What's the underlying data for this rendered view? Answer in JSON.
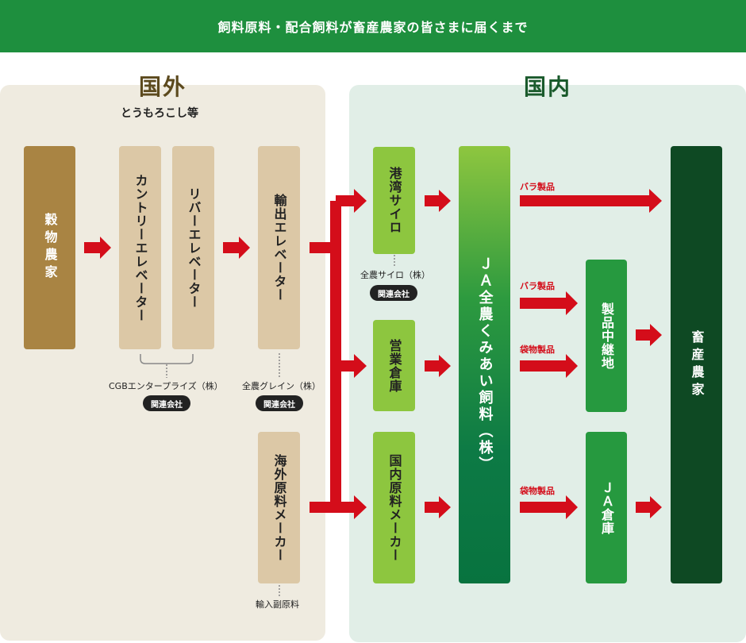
{
  "header": {
    "title": "飼料原料・配合飼料が畜産農家の皆さまに届くまで"
  },
  "regions": {
    "abroad": {
      "title": "国外",
      "subtitle": "とうもろこし等"
    },
    "home": {
      "title": "国内"
    }
  },
  "nodes": {
    "grain_farmer": "穀物農家",
    "country_elevator": "カントリーエレベーター",
    "river_elevator": "リバーエレベーター",
    "export_elevator": "輸出エレベーター",
    "overseas_maker": "海外原料メーカー",
    "port_silo": "港湾サイロ",
    "warehouse": "営業倉庫",
    "domestic_maker": "国内原料メーカー",
    "ja_feed": "ＪＡ全農くみあい飼料（株）",
    "relay_base": "製品中継地",
    "ja_warehouse": "ＪＡ倉庫",
    "livestock_farmer": "畜産農家"
  },
  "notes": {
    "cgb": "CGBエンタープライズ（株）",
    "zennoh_grain": "全農グレイン（株）",
    "zennoh_silo": "全農サイロ（株）",
    "import_material": "輸入副原料"
  },
  "badges": {
    "affiliate": "関連会社"
  },
  "flow_labels": {
    "bulk": "バラ製品",
    "bagged": "袋物製品"
  },
  "colors": {
    "header": "#1e8f3e",
    "arrow": "#d40d1a",
    "abroad_bg": "#efebe0",
    "home_bg": "#e1eee7"
  }
}
